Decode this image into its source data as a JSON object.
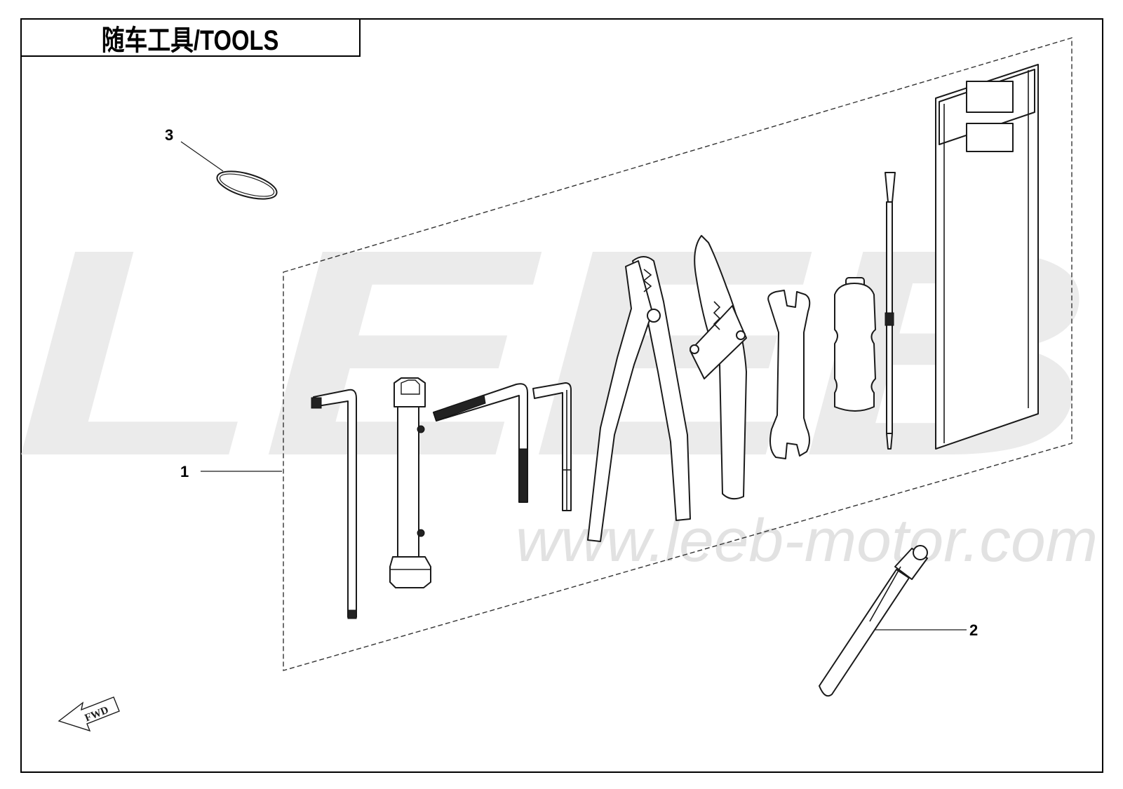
{
  "title": "随车工具/TOOLS",
  "watermark": {
    "logo": "LEEB",
    "url": "www.leeb-motor.com"
  },
  "callouts": [
    {
      "id": "callout-1",
      "label": "1"
    },
    {
      "id": "callout-2",
      "label": "2"
    },
    {
      "id": "callout-3",
      "label": "3"
    }
  ],
  "direction_marker": "FWD",
  "colors": {
    "line": "#1a1a1a",
    "watermark": "#ebebeb",
    "background": "#ffffff"
  }
}
